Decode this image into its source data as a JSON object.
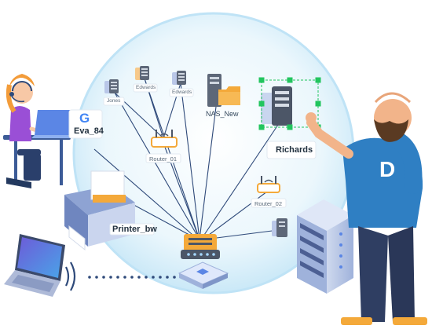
{
  "labels": {
    "jones": "Jones",
    "edwards_1": "Edwards",
    "edwards_2": "Edwards",
    "nas": "NAS_New",
    "richards": "Richards",
    "router_01": "Router_01",
    "router_02": "Router_02",
    "eva": "Eva_84",
    "printer": "Printer_bw",
    "shirt_letter": "D",
    "google_letter": "G"
  },
  "icons": [
    "server-icon",
    "router-icon",
    "folder-icon",
    "printer-icon",
    "laptop-icon",
    "wifi-icon",
    "switch-icon",
    "server-rack-icon",
    "headset-icon",
    "selection-handle-icon"
  ],
  "colors": {
    "sphere": "#dff1fb",
    "sphere_border": "#bfe3f6",
    "link_line": "#2f4a7a",
    "server_gray": "#7d8796",
    "accent_orange": "#f4a93a",
    "accent_blue": "#5b86e5",
    "selection_green": "#22c55e",
    "shirt_blue": "#2f7fc3"
  }
}
